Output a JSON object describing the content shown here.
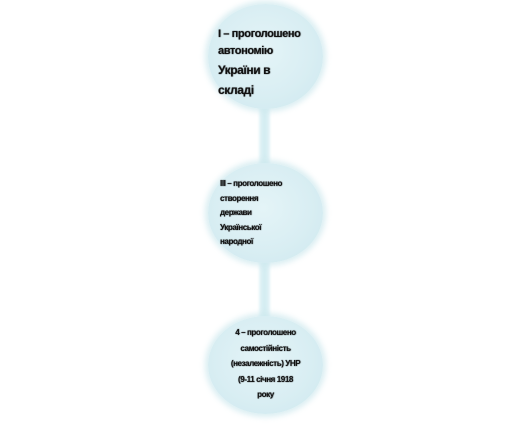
{
  "nodes": [
    {
      "lines": [
        "І – проголошено",
        "автономію",
        "України в",
        "складі"
      ]
    },
    {
      "lines": [
        "ІІІ – проголошено",
        "створення",
        "держави",
        "Української",
        "народної"
      ]
    },
    {
      "lines": [
        "4 – проголошено",
        "самостійність",
        "(незалежність) УНР",
        "(9-11 січня 1918",
        "року"
      ]
    }
  ],
  "colors": {
    "node_fill": "#d9eef3",
    "connector": "#d2ecf1",
    "text": "#111111"
  }
}
